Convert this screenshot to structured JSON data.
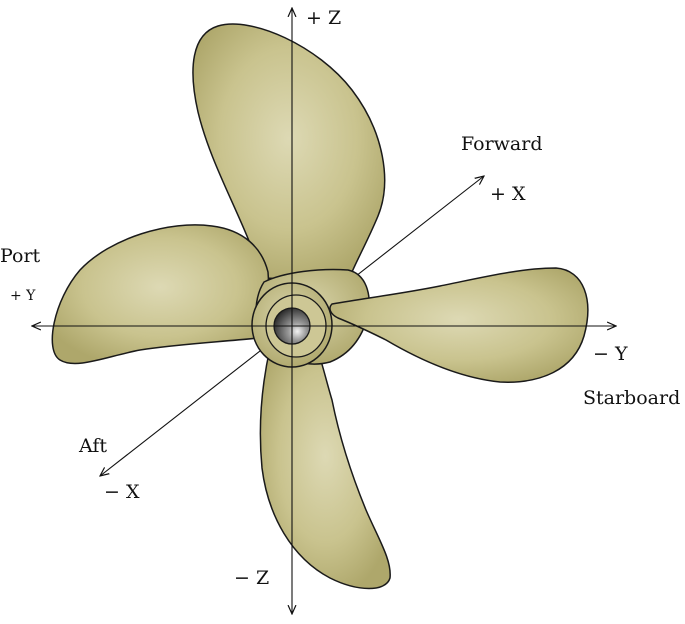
{
  "labels": {
    "plus_z": "+ Z",
    "minus_z": "− Z",
    "plus_x": "+ X",
    "minus_x": "− X",
    "plus_y": "+ Y",
    "minus_y": "− Y",
    "forward": "Forward",
    "aft": "Aft",
    "port": "Port",
    "starboard": "Starboard"
  },
  "colors": {
    "blade_fill": "#c7c18b",
    "blade_highlight": "#ddd9b4",
    "blade_shadow": "#aea76b",
    "outline": "#1a1a1a",
    "hub_ball": "#8a8a8a"
  }
}
